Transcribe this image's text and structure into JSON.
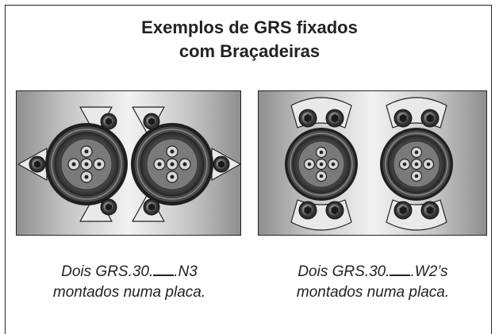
{
  "title": {
    "line1": "Exemplos de GRS fixados",
    "line2": "com Braçadeiras"
  },
  "captions": {
    "left": {
      "prefix": "Dois GRS.30.",
      "suffix": ".N3",
      "line2": "montados numa placa."
    },
    "right": {
      "prefix": "Dois GRS.30.",
      "suffix": ".W2’s",
      "line2": "montados numa placa."
    }
  },
  "colors": {
    "frame": "#222222",
    "metal_light": "#f2f2f2",
    "metal_dark": "#8f8f8f",
    "fitting_dark": "#3a3a3a"
  },
  "icons": {
    "left_panel": "grs-n3-clamp-assembly-icon",
    "right_panel": "grs-w2-clamp-assembly-icon"
  }
}
